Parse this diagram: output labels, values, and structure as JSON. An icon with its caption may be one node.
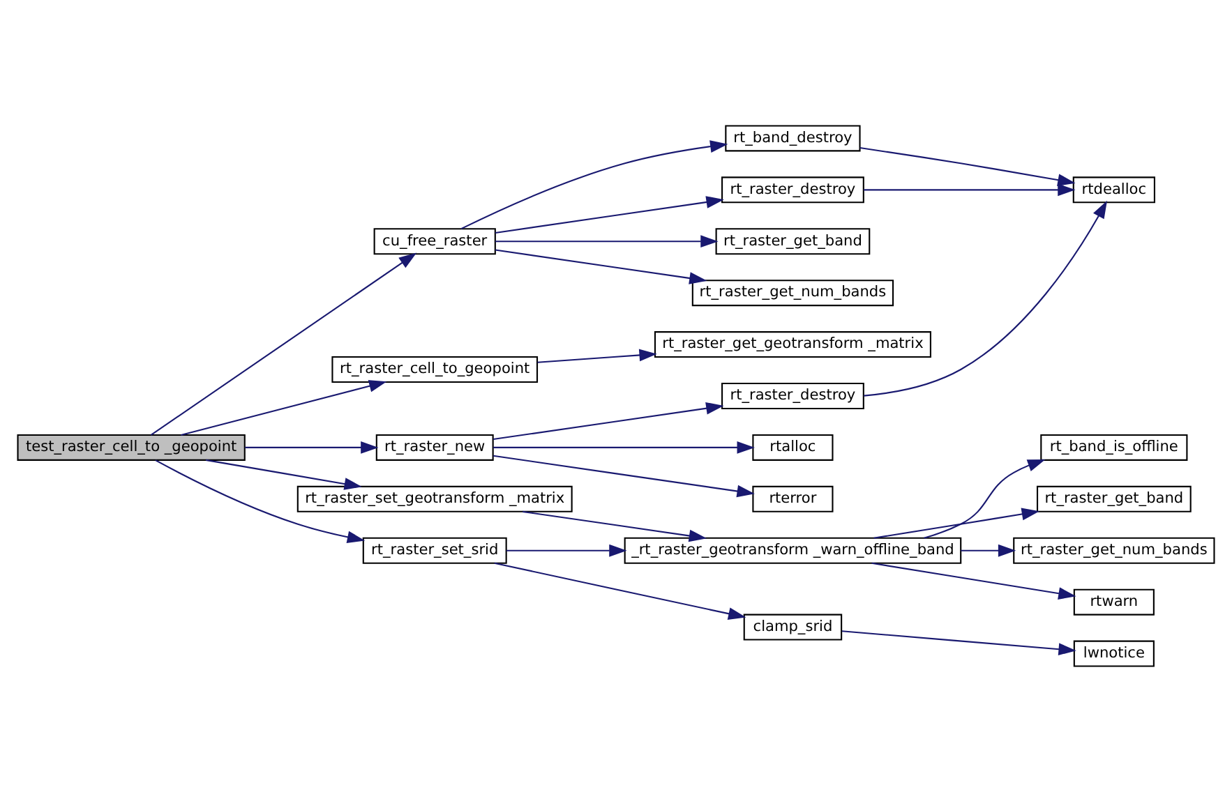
{
  "diagram": {
    "nodes": [
      {
        "text": [
          "test_raster_cell_to _geopoint"
        ]
      },
      {
        "text": [
          "cu_free_raster"
        ]
      },
      {
        "text": [
          "rt_band_destroy"
        ]
      },
      {
        "text": [
          "rtdealloc"
        ]
      },
      {
        "text": [
          "rt_raster_destroy"
        ]
      },
      {
        "text": [
          "rt_raster_get_band"
        ]
      },
      {
        "text": [
          "rt_raster_get_num_bands"
        ]
      },
      {
        "text": [
          "rt_raster_cell_to_geopoint"
        ]
      },
      {
        "text": [
          "rt_raster_get_geotransform _matrix"
        ]
      },
      {
        "text": [
          "rt_raster_new"
        ]
      },
      {
        "text": [
          "rt_raster_destroy"
        ]
      },
      {
        "text": [
          "rtalloc"
        ]
      },
      {
        "text": [
          "rterror"
        ]
      },
      {
        "text": [
          "rt_raster_set_geotransform _matrix"
        ]
      },
      {
        "text": [
          "rt_raster_set_srid"
        ]
      },
      {
        "text": [
          "_rt_raster_geotransform _warn_offline_band"
        ]
      },
      {
        "text": [
          "rt_band_is_offline"
        ]
      },
      {
        "text": [
          "rt_raster_get_band"
        ]
      },
      {
        "text": [
          "rt_raster_get_num_bands"
        ]
      },
      {
        "text": [
          "rtwarn"
        ]
      },
      {
        "text": [
          "clamp_srid"
        ]
      },
      {
        "text": [
          "lwnotice"
        ]
      }
    ],
    "edges": [
      {
        "from": 0,
        "to": 1,
        "arrow": "to"
      },
      {
        "from": 0,
        "to": 7,
        "arrow": "to"
      },
      {
        "from": 0,
        "to": 9,
        "arrow": "to"
      },
      {
        "from": 0,
        "to": 13,
        "arrow": "to"
      },
      {
        "from": 0,
        "to": 14,
        "arrow": "to"
      },
      {
        "from": 1,
        "to": 2,
        "arrow": "to"
      },
      {
        "from": 1,
        "to": 4,
        "arrow": "to"
      },
      {
        "from": 1,
        "to": 5,
        "arrow": "to"
      },
      {
        "from": 1,
        "to": 6,
        "arrow": "to"
      },
      {
        "from": 2,
        "to": 3,
        "arrow": "to"
      },
      {
        "from": 4,
        "to": 3,
        "arrow": "to"
      },
      {
        "from": 7,
        "to": 8,
        "arrow": "to"
      },
      {
        "from": 9,
        "to": 10,
        "arrow": "to"
      },
      {
        "from": 9,
        "to": 11,
        "arrow": "to"
      },
      {
        "from": 9,
        "to": 12,
        "arrow": "to"
      },
      {
        "from": 10,
        "to": 3,
        "arrow": "to"
      },
      {
        "from": 13,
        "to": 15,
        "arrow": "to"
      },
      {
        "from": 14,
        "to": 15,
        "arrow": "to"
      },
      {
        "from": 14,
        "to": 20,
        "arrow": "to"
      },
      {
        "from": 15,
        "to": 16,
        "arrow": "to"
      },
      {
        "from": 15,
        "to": 17,
        "arrow": "to"
      },
      {
        "from": 15,
        "to": 18,
        "arrow": "to"
      },
      {
        "from": 15,
        "to": 19,
        "arrow": "to"
      },
      {
        "from": 20,
        "to": 21,
        "arrow": "to"
      }
    ]
  }
}
